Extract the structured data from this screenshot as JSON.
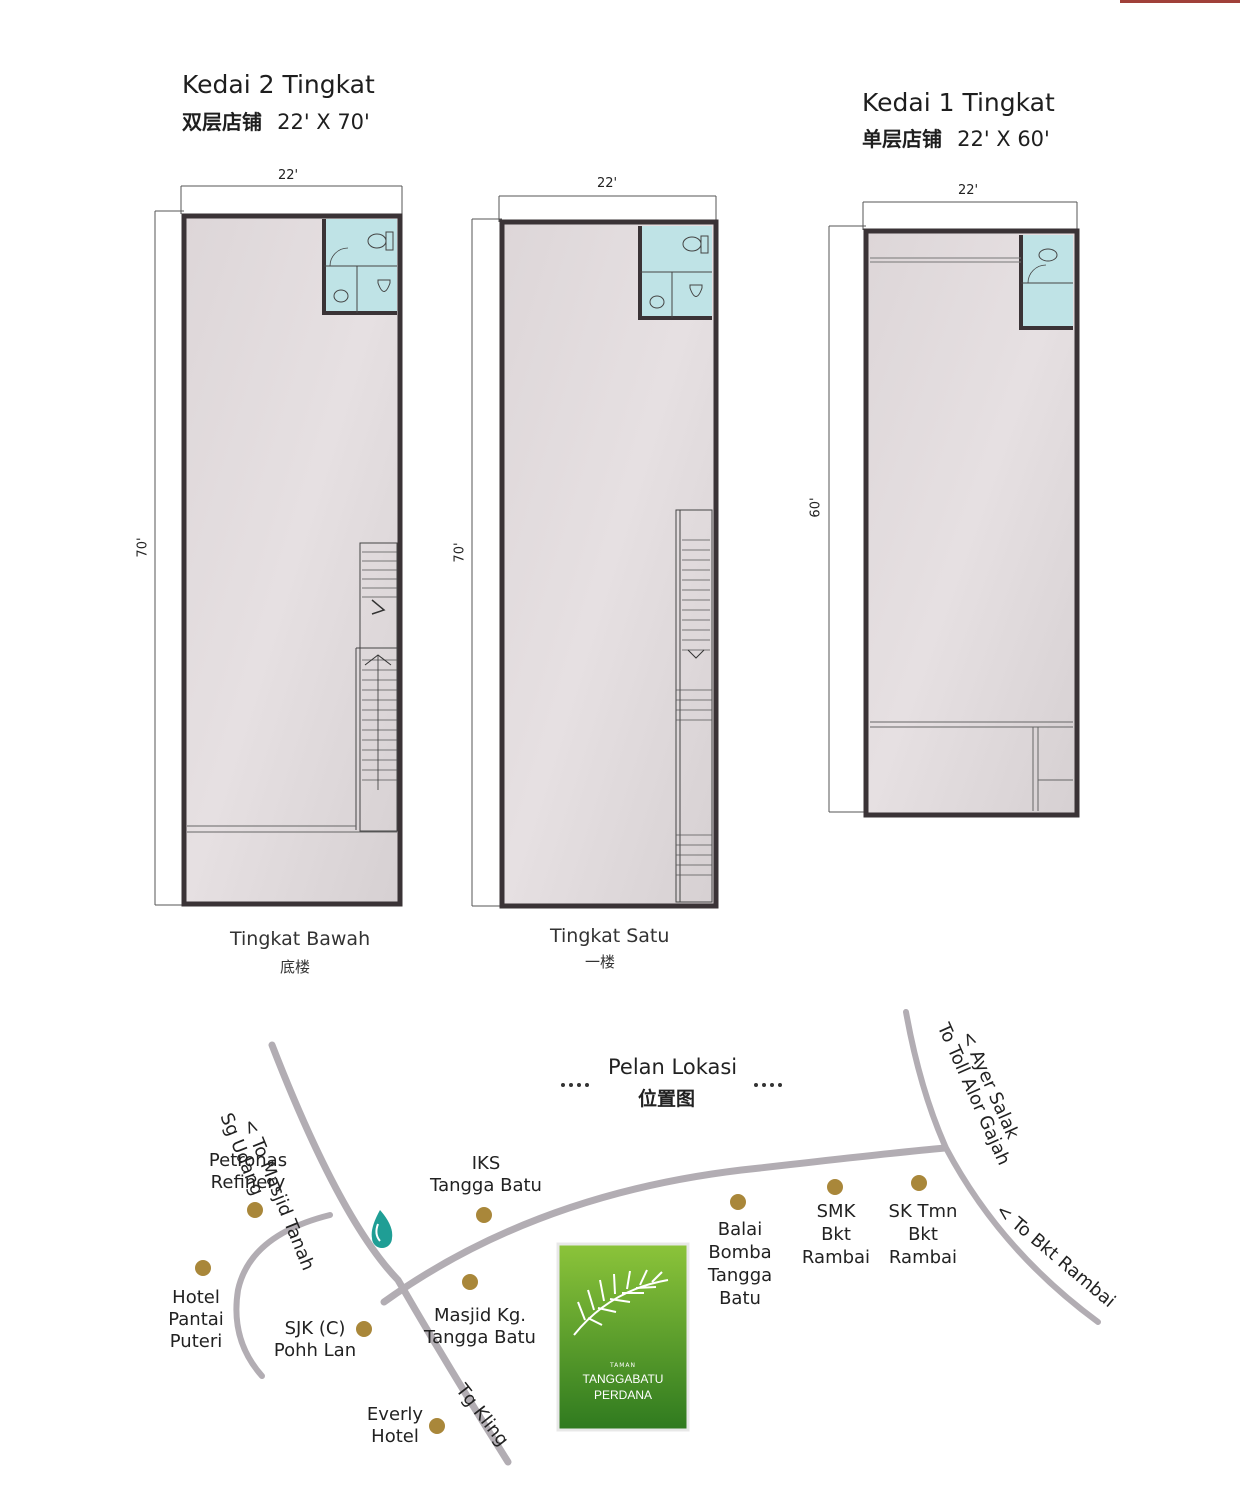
{
  "shop2": {
    "title": "Kedai 2 Tingkat",
    "subtitle_cn": "双层店铺",
    "size": "22' X 70'",
    "width_label": "22'",
    "depth_label": "70'"
  },
  "shop1": {
    "title": "Kedai 1 Tingkat",
    "subtitle_cn": "单层店铺",
    "size": "22' X 60'",
    "width_label": "22'",
    "depth_label": "60'"
  },
  "plans": {
    "ground": {
      "label": "Tingkat Bawah",
      "label_cn": "底楼"
    },
    "first": {
      "label": "Tingkat Satu",
      "label_cn": "一楼"
    }
  },
  "map": {
    "title": "Pelan Lokasi",
    "title_cn": "位置图",
    "road_labels": {
      "masjid_tanah_1": "< To Masjid Tanah",
      "masjid_tanah_2": "Sg Udang",
      "ayer_salak_1": "< Ayer Salak",
      "ayer_salak_2": "To Toll Alor Gajah",
      "bkt_rambai": "< To Bkt Rambai",
      "tg_kling": "Tg Kling"
    },
    "places": {
      "petronas_1": "Petronas",
      "petronas_2": "Refinery",
      "hotel_1": "Hotel",
      "hotel_2": "Pantai",
      "hotel_3": "Puteri",
      "sjk_1": "SJK (C)",
      "sjk_2": "Pohh Lan",
      "everly_1": "Everly",
      "everly_2": "Hotel",
      "iks_1": "IKS",
      "iks_2": "Tangga Batu",
      "masjid_1": "Masjid Kg.",
      "masjid_2": "Tangga Batu",
      "balai_1": "Balai",
      "balai_2": "Bomba",
      "balai_3": "Tangga",
      "balai_4": "Batu",
      "smk_1": "SMK",
      "smk_2": "Bkt",
      "smk_3": "Rambai",
      "sk_1": "SK Tmn",
      "sk_2": "Bkt",
      "sk_3": "Rambai"
    },
    "logo": {
      "small": "TAMAN",
      "line1": "TANGGABATU",
      "line2": "PERDANA"
    }
  },
  "colors": {
    "wall": "#3a3336",
    "floor": "#ddd6d8",
    "toilet": "#bfe3e6",
    "road": "#b2adb3",
    "dot": "#a9873a",
    "logo": "#5c9a27"
  }
}
